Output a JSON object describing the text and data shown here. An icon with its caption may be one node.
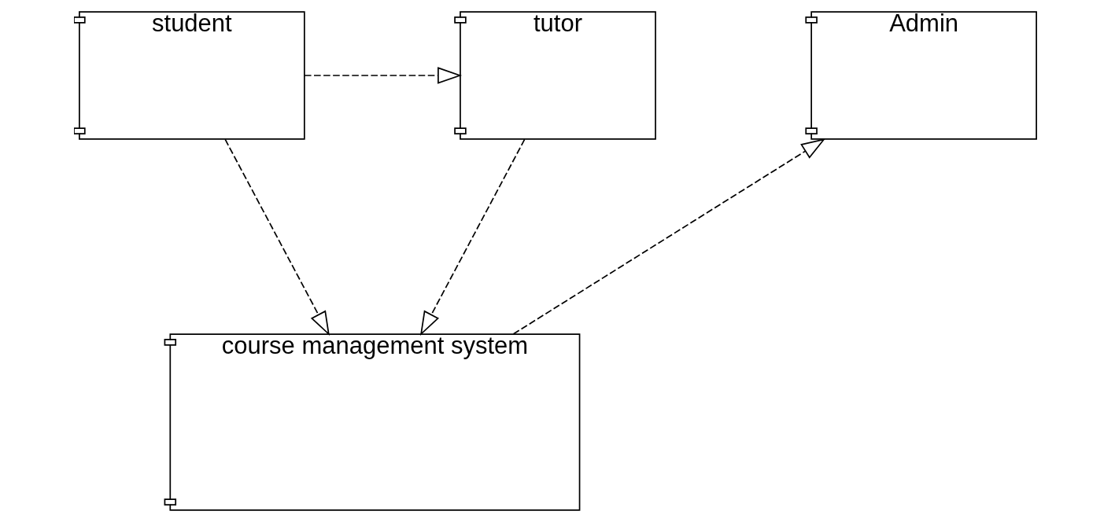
{
  "diagram": {
    "nodes": [
      {
        "text": [
          "student"
        ]
      },
      {
        "text": [
          "tutor"
        ]
      },
      {
        "text": [
          "Admin"
        ]
      },
      {
        "text": [
          "course management system"
        ]
      }
    ],
    "edges": [
      {
        "from": 0,
        "to": 1,
        "arrow": "to",
        "style": "dashed"
      },
      {
        "from": 0,
        "to": 3,
        "arrow": "to",
        "style": "dashed"
      },
      {
        "from": 1,
        "to": 3,
        "arrow": "to",
        "style": "dashed"
      },
      {
        "from": 3,
        "to": 2,
        "arrow": "to",
        "style": "dashed"
      }
    ]
  }
}
